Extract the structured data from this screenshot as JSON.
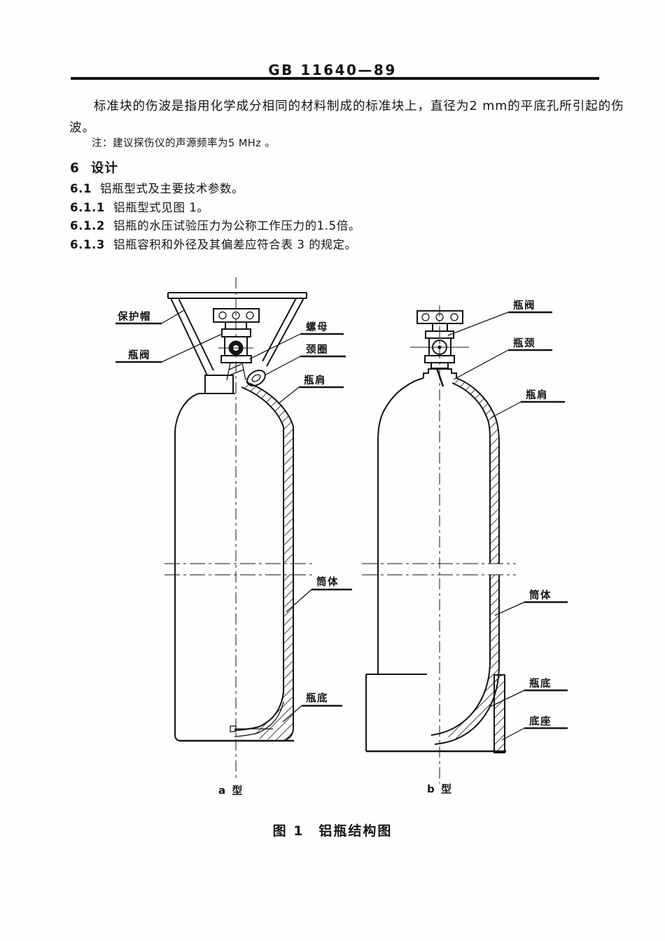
{
  "doc": {
    "header": "GB 11640—89",
    "para_line1": "标准块的伤波是指用化学成分相同的材料制成的标准块上，直径为2 mm的平底孔所引起的伤",
    "para_line2": "波。",
    "note": "注：建议探伤仪的声源频率为5 MHz 。",
    "section6": {
      "num": "6",
      "title": "设计"
    },
    "clauses": [
      {
        "num": "6.1",
        "text": "铝瓶型式及主要技术参数。"
      },
      {
        "num": "6.1.1",
        "text": "铝瓶型式见图 1。"
      },
      {
        "num": "6.1.2",
        "text": "铝瓶的水压试验压力为公称工作压力的1.5倍。"
      },
      {
        "num": "6.1.3",
        "text": "铝瓶容积和外径及其偏差应符合表 3 的规定。"
      }
    ],
    "figure": {
      "caption": "图 1　铝瓶结构图",
      "a": {
        "type": "a 型",
        "cap": "保护帽",
        "valve": "瓶阀",
        "nut": "螺母",
        "neck_ring": "颈圈",
        "shoulder": "瓶肩",
        "body": "筒体",
        "bottom": "瓶底"
      },
      "b": {
        "type": "b 型",
        "valve": "瓶阀",
        "neck": "瓶颈",
        "shoulder": "瓶肩",
        "body": "筒体",
        "bottom": "瓶底",
        "base": "底座"
      }
    }
  },
  "colors": {
    "ink": "#141414",
    "paper": "#fefefe"
  }
}
